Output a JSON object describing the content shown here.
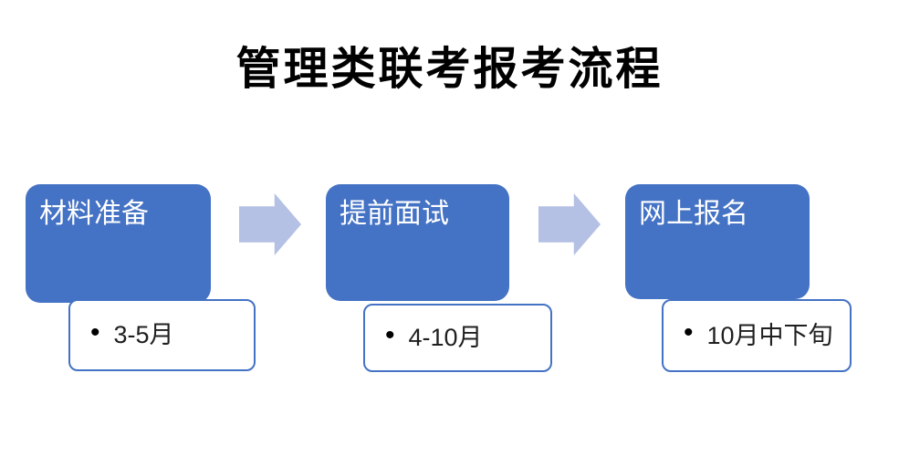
{
  "title": "管理类联考报考流程",
  "colors": {
    "process_box": "#4472c4",
    "arrow": "#b4c0e4",
    "detail_border": "#4472c4",
    "process_text": "#ffffff",
    "detail_text": "#1f1f1f",
    "title_text": "#000000"
  },
  "steps": [
    {
      "label": "材料准备",
      "bullet": "•",
      "detail": "3-5月"
    },
    {
      "label": "提前面试",
      "bullet": "•",
      "detail": "4-10月"
    },
    {
      "label": "网上报名",
      "bullet": "•",
      "detail": "10月中下旬"
    }
  ],
  "diagram": {
    "type": "flow",
    "direction": "left-to-right",
    "connector": "block-arrow-right"
  }
}
